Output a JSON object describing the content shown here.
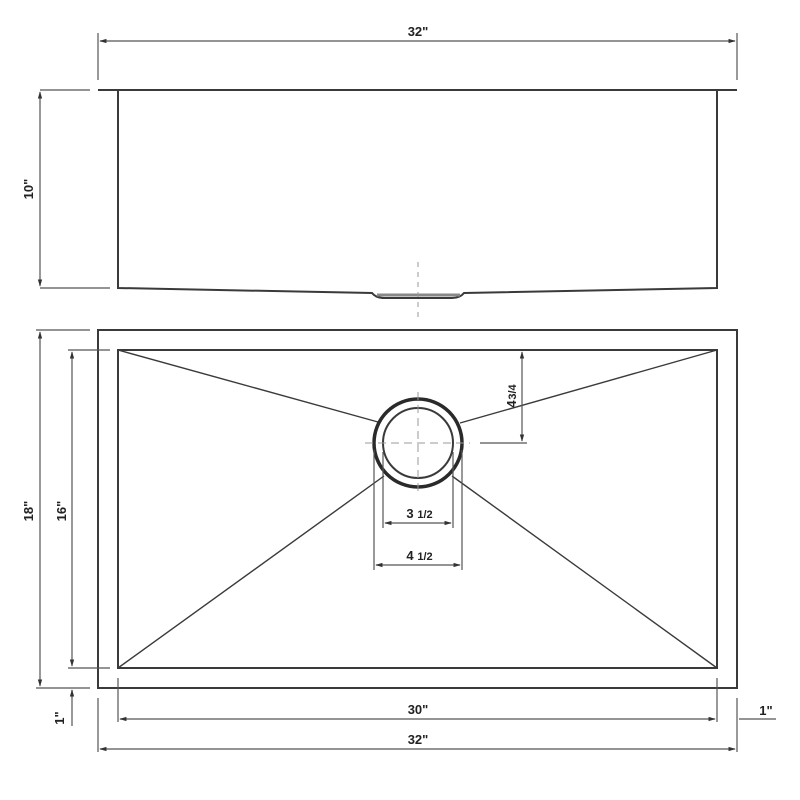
{
  "drawing": {
    "title": "Undermount sink dimension drawing",
    "views": [
      "side-elevation",
      "plan-view"
    ],
    "line_color": "#3a3a3a",
    "dim_color": "#555555"
  },
  "elevation": {
    "overall_width_label": "32\"",
    "depth_label": "10\""
  },
  "plan": {
    "outer_length_label": "18\"",
    "inner_length_label": "16\"",
    "drain_offset_label": "4¾\"",
    "drain_offset_whole": "4",
    "drain_offset_frac": "3/4",
    "drain_inner_diameter_label": "3½\"",
    "drain_inner_whole": "3",
    "drain_inner_frac": "1/2",
    "drain_outer_diameter_label": "4½\"",
    "drain_outer_whole": "4",
    "drain_outer_frac": "1/2",
    "inner_width_label": "30\"",
    "outer_width_label": "32\"",
    "flange_left_label": "1\"",
    "flange_right_label": "1\""
  }
}
